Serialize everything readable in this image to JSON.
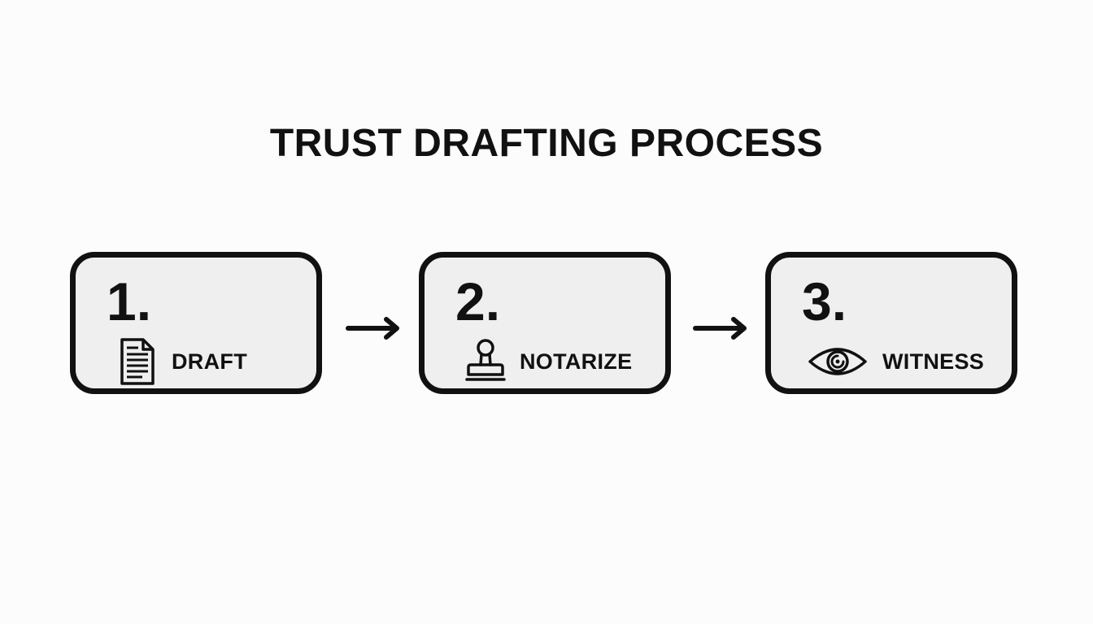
{
  "diagram": {
    "title": "TRUST DRAFTING PROCESS",
    "steps": [
      {
        "number": "1.",
        "label": "DRAFT",
        "icon": "document-icon"
      },
      {
        "number": "2.",
        "label": "NOTARIZE",
        "icon": "stamp-icon"
      },
      {
        "number": "3.",
        "label": "WITNESS",
        "icon": "eye-icon"
      }
    ],
    "connectors": [
      "arrow-right-icon",
      "arrow-right-icon"
    ],
    "colors": {
      "stroke": "#111111",
      "card_fill": "#efefef",
      "background": "#fcfcfc"
    }
  }
}
